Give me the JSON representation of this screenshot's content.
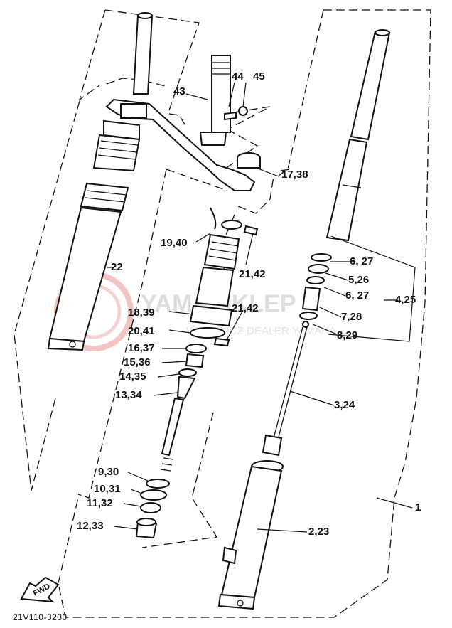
{
  "diagram_code": "21V110-3230",
  "fwd_label": "FWD",
  "watermark": {
    "brand": "YAMA SKLEP",
    "dealer": "WISIEWICZ DEALER YAMAHA"
  },
  "callouts": [
    {
      "id": "c1",
      "text": "1"
    },
    {
      "id": "c2",
      "text": "2,23"
    },
    {
      "id": "c3",
      "text": "3,24"
    },
    {
      "id": "c4",
      "text": "4,25"
    },
    {
      "id": "c5",
      "text": "5,26"
    },
    {
      "id": "c6a",
      "text": "6, 27"
    },
    {
      "id": "c6b",
      "text": "6, 27"
    },
    {
      "id": "c7",
      "text": "7,28"
    },
    {
      "id": "c8",
      "text": "8,29"
    },
    {
      "id": "c9",
      "text": "9,30"
    },
    {
      "id": "c10",
      "text": "10,31"
    },
    {
      "id": "c11",
      "text": "11,32"
    },
    {
      "id": "c12",
      "text": "12,33"
    },
    {
      "id": "c13",
      "text": "13,34"
    },
    {
      "id": "c14",
      "text": "14,35"
    },
    {
      "id": "c15",
      "text": "15,36"
    },
    {
      "id": "c16",
      "text": "16,37"
    },
    {
      "id": "c17",
      "text": "17,38"
    },
    {
      "id": "c18",
      "text": "18,39"
    },
    {
      "id": "c19",
      "text": "19,40"
    },
    {
      "id": "c20",
      "text": "20,41"
    },
    {
      "id": "c21a",
      "text": "21,42"
    },
    {
      "id": "c21b",
      "text": "21,42"
    },
    {
      "id": "c22",
      "text": "22"
    },
    {
      "id": "c43",
      "text": "43"
    },
    {
      "id": "c44",
      "text": "44"
    },
    {
      "id": "c45",
      "text": "45"
    }
  ]
}
